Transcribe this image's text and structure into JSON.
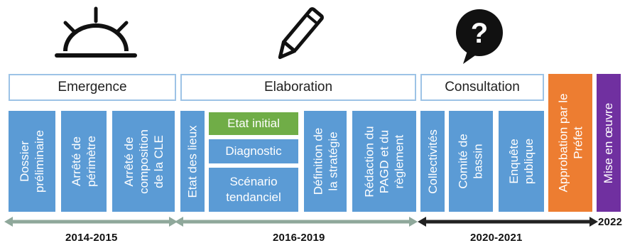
{
  "phases": {
    "emergence": "Emergence",
    "elaboration": "Elaboration",
    "consultation": "Consultation"
  },
  "steps": {
    "dossier": [
      "Dossier",
      "préliminaire"
    ],
    "perimetre": [
      "Arrêté de",
      "périmètre"
    ],
    "composition": [
      "Arrêté de",
      "composition",
      "de la CLE"
    ],
    "etat_lieux": [
      "Etat des lieux"
    ],
    "etat_initial": "Etat initial",
    "diagnostic": "Diagnostic",
    "scenario": [
      "Scénario",
      "tendanciel"
    ],
    "definition": [
      "Définition de",
      "la stratégie"
    ],
    "redaction": [
      "Rédaction du",
      "PAGD et du",
      "règlement"
    ],
    "collectivites": [
      "Collectivités"
    ],
    "comite": [
      "Comité de",
      "bassin"
    ],
    "enquete": [
      "Enquête",
      "publique"
    ],
    "approbation": [
      "Approbation par le",
      "Préfet"
    ],
    "mise": [
      "Mise en œuvre"
    ]
  },
  "years": {
    "y1": "2014-2015",
    "y2": "2016-2019",
    "y3": "2020-2021",
    "y4": "2022"
  },
  "icons": {
    "emergence": "sunrise-icon",
    "elaboration": "pencil-icon",
    "consultation": "question-bubble-icon"
  },
  "colors": {
    "blue": "#5b9bd5",
    "green": "#70ad47",
    "orange": "#ed7d31",
    "purple": "#7030a0",
    "gray_arrow": "#8fa89b",
    "dark_arrow": "#222222"
  }
}
